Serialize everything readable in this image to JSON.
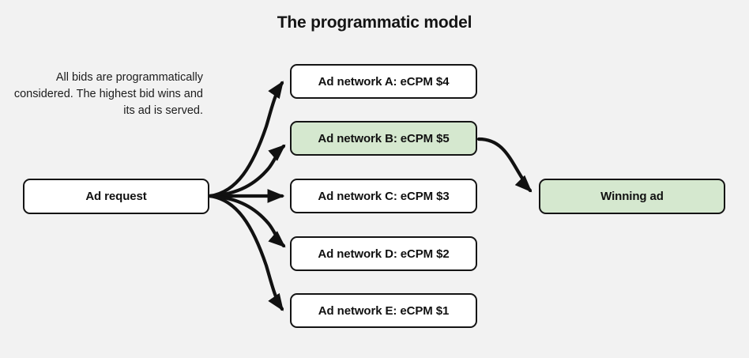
{
  "title": "The programmatic model",
  "caption": "All bids are programmatically considered. The highest bid wins and its ad is served.",
  "colors": {
    "background": "#f2f2f2",
    "node_fill": "#ffffff",
    "highlight_fill": "#d5e8cf",
    "stroke": "#141414",
    "text": "#111111"
  },
  "nodes": {
    "ad_request": {
      "label": "Ad request",
      "highlighted": false
    },
    "winning_ad": {
      "label": "Winning ad",
      "highlighted": true
    },
    "networks": [
      {
        "label": "Ad network A: eCPM $4",
        "network": "A",
        "ecpm": 4,
        "highlighted": false
      },
      {
        "label": "Ad network B: eCPM $5",
        "network": "B",
        "ecpm": 5,
        "highlighted": true
      },
      {
        "label": "Ad network C: eCPM $3",
        "network": "C",
        "ecpm": 3,
        "highlighted": false
      },
      {
        "label": "Ad network D: eCPM $2",
        "network": "D",
        "ecpm": 2,
        "highlighted": false
      },
      {
        "label": "Ad network E: eCPM $1",
        "network": "E",
        "ecpm": 1,
        "highlighted": false
      }
    ]
  },
  "edges": [
    {
      "from": "Ad request",
      "to": "Ad network A: eCPM $4"
    },
    {
      "from": "Ad request",
      "to": "Ad network B: eCPM $5"
    },
    {
      "from": "Ad request",
      "to": "Ad network C: eCPM $3"
    },
    {
      "from": "Ad request",
      "to": "Ad network D: eCPM $2"
    },
    {
      "from": "Ad request",
      "to": "Ad network E: eCPM $1"
    },
    {
      "from": "Ad network B: eCPM $5",
      "to": "Winning ad"
    }
  ]
}
